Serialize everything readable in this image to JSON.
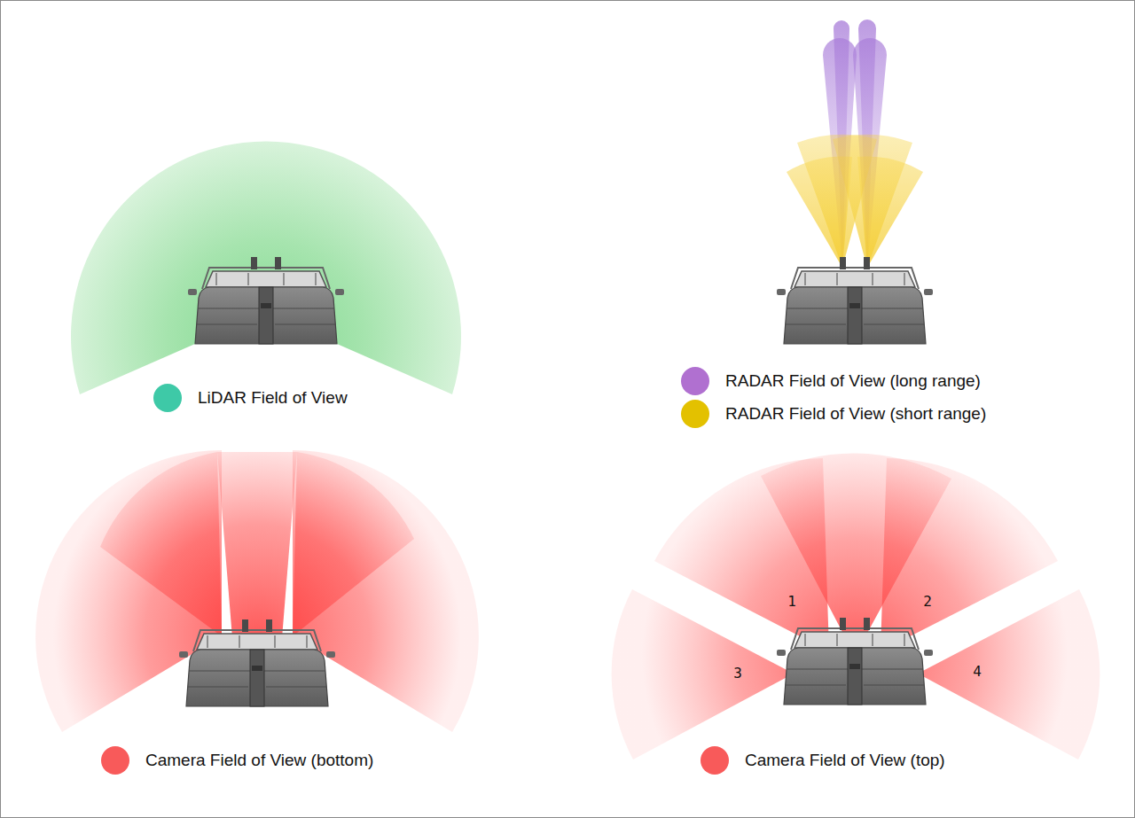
{
  "diagram": {
    "labels": [
      "1",
      "2",
      "3",
      "4"
    ],
    "legend": [
      {
        "text": "LiDAR Field of View",
        "color": "#3ec9a7"
      },
      {
        "text": "RADAR Field of View (long range)",
        "color": "#b070d0"
      },
      {
        "text": "RADAR Field of View (short range)",
        "color": "#e3c100"
      },
      {
        "text": "Camera Field of View (bottom)",
        "color": "#f85a5a"
      },
      {
        "text": "Camera Field of View (top)",
        "color": "#f85a5a"
      }
    ]
  }
}
